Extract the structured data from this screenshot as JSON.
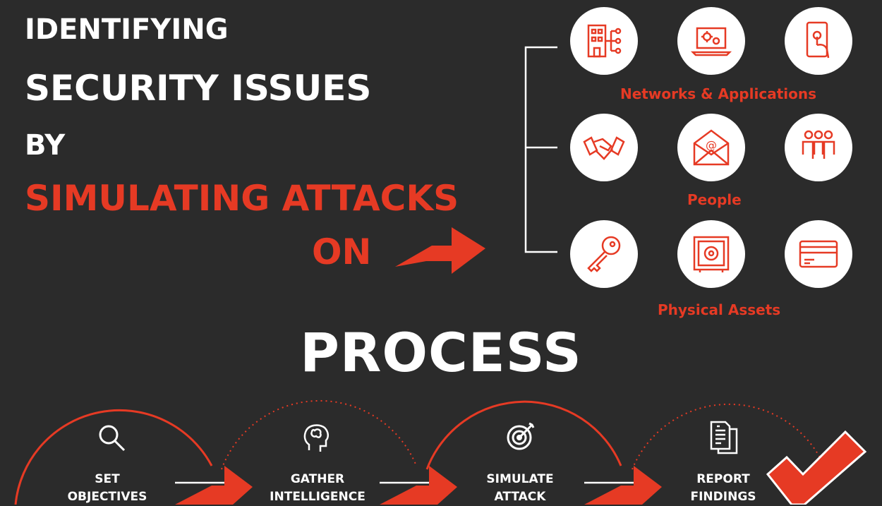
{
  "headline": {
    "line1": "IDENTIFYING",
    "line2": "SECURITY ISSUES",
    "line3": "BY",
    "line4": "SIMULATING ATTACKS",
    "line5": "ON"
  },
  "targets": [
    {
      "label": "Networks & Applications",
      "icons": [
        "building-network-icon",
        "laptop-gears-icon",
        "touch-phone-icon"
      ]
    },
    {
      "label": "People",
      "icons": [
        "handshake-icon",
        "email-envelope-icon",
        "team-icon"
      ]
    },
    {
      "label": "Physical Assets",
      "icons": [
        "key-icon",
        "safe-icon",
        "credit-card-icon"
      ]
    }
  ],
  "process": {
    "title": "PROCESS",
    "steps": [
      {
        "line1": "SET",
        "line2": "OBJECTIVES",
        "icon": "magnifier-icon"
      },
      {
        "line1": "GATHER",
        "line2": "INTELLIGENCE",
        "icon": "brain-head-icon"
      },
      {
        "line1": "SIMULATE",
        "line2": "ATTACK",
        "icon": "target-icon"
      },
      {
        "line1": "REPORT",
        "line2": "FINDINGS",
        "icon": "documents-icon"
      }
    ],
    "final_icon": "checkmark-icon"
  },
  "colors": {
    "background": "#2b2b2b",
    "accent": "#e63a24",
    "text": "#ffffff"
  }
}
